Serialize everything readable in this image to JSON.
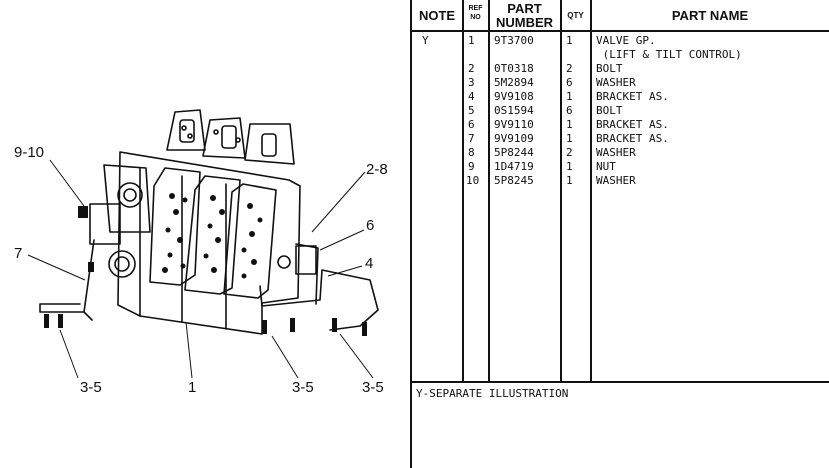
{
  "illustration": {
    "callouts": [
      "9-10",
      "2-8",
      "6",
      "7",
      "4",
      "3-5",
      "1",
      "3-5",
      "3-5"
    ]
  },
  "table": {
    "headers": {
      "note": "NOTE",
      "ref_line1": "REF",
      "ref_line2": "NO",
      "part_line1": "PART",
      "part_line2": "NUMBER",
      "qty": "QTY",
      "name": "PART NAME"
    },
    "rows": [
      {
        "note": "Y",
        "ref": "1",
        "part": "9T3700",
        "qty": "1",
        "name": "VALVE GP."
      },
      {
        "note": "",
        "ref": "",
        "part": "",
        "qty": "",
        "name": " (LIFT & TILT CONTROL)"
      },
      {
        "note": "",
        "ref": "2",
        "part": "0T0318",
        "qty": "2",
        "name": "BOLT"
      },
      {
        "note": "",
        "ref": "3",
        "part": "5M2894",
        "qty": "6",
        "name": "WASHER"
      },
      {
        "note": "",
        "ref": "4",
        "part": "9V9108",
        "qty": "1",
        "name": "BRACKET AS."
      },
      {
        "note": "",
        "ref": "5",
        "part": "0S1594",
        "qty": "6",
        "name": "BOLT"
      },
      {
        "note": "",
        "ref": "6",
        "part": "9V9110",
        "qty": "1",
        "name": "BRACKET AS."
      },
      {
        "note": "",
        "ref": "7",
        "part": "9V9109",
        "qty": "1",
        "name": "BRACKET AS."
      },
      {
        "note": "",
        "ref": "8",
        "part": "5P8244",
        "qty": "2",
        "name": "WASHER"
      },
      {
        "note": "",
        "ref": "9",
        "part": "1D4719",
        "qty": "1",
        "name": "NUT"
      },
      {
        "note": "",
        "ref": "10",
        "part": "5P8245",
        "qty": "1",
        "name": "WASHER"
      }
    ],
    "footer": "Y-SEPARATE ILLUSTRATION"
  }
}
